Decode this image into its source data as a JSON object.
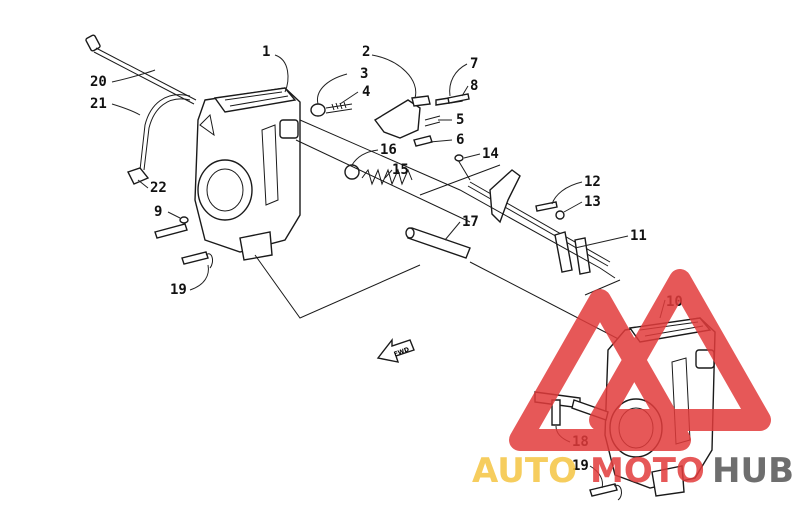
{
  "diagram": {
    "callouts": [
      {
        "id": "c1",
        "text": "1"
      },
      {
        "id": "c2",
        "text": "2"
      },
      {
        "id": "c3",
        "text": "3"
      },
      {
        "id": "c4",
        "text": "4"
      },
      {
        "id": "c5",
        "text": "5"
      },
      {
        "id": "c6",
        "text": "6"
      },
      {
        "id": "c7",
        "text": "7"
      },
      {
        "id": "c8",
        "text": "8"
      },
      {
        "id": "c9",
        "text": "9"
      },
      {
        "id": "c10",
        "text": "10"
      },
      {
        "id": "c11",
        "text": "11"
      },
      {
        "id": "c12",
        "text": "12"
      },
      {
        "id": "c13",
        "text": "13"
      },
      {
        "id": "c14",
        "text": "14"
      },
      {
        "id": "c15",
        "text": "15"
      },
      {
        "id": "c16",
        "text": "16"
      },
      {
        "id": "c17",
        "text": "17"
      },
      {
        "id": "c18",
        "text": "18"
      },
      {
        "id": "c19a",
        "text": "19"
      },
      {
        "id": "c19b",
        "text": "19"
      },
      {
        "id": "c20",
        "text": "20"
      },
      {
        "id": "c21",
        "text": "21"
      },
      {
        "id": "c22",
        "text": "22"
      }
    ],
    "direction_arrow": "FWD"
  },
  "watermark": {
    "part1": "AUTO",
    "part2": "MOTO",
    "part3": "HUB",
    "color_primary": "#f5c542",
    "color_secondary": "#e23b3b",
    "color_tertiary": "#555555"
  }
}
